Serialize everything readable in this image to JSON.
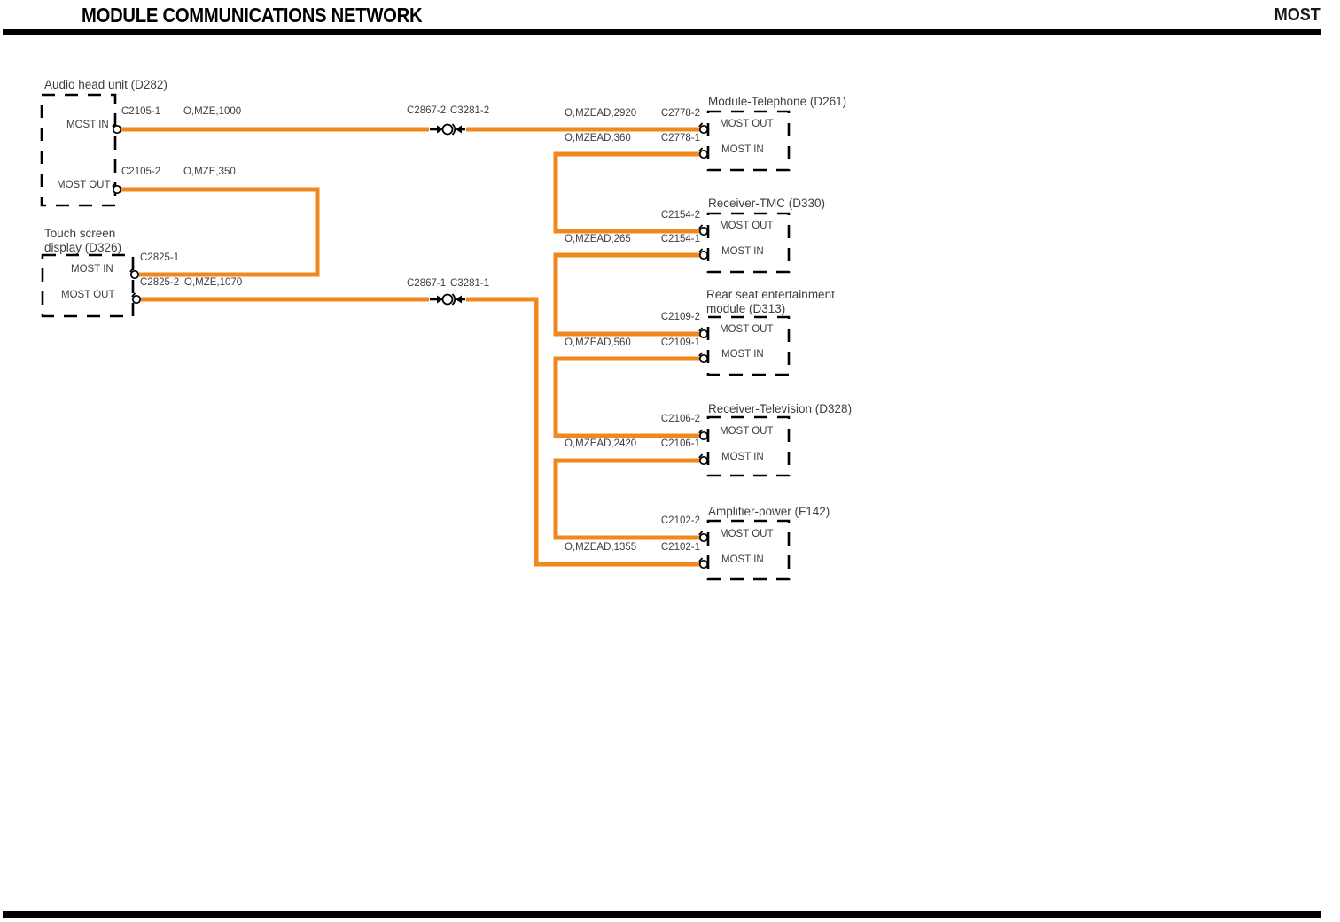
{
  "header": {
    "title": "MODULE COMMUNICATIONS NETWORK",
    "corner_label": "MOST"
  },
  "colors": {
    "wire": "#F0881E",
    "line": "#000000"
  },
  "modules": {
    "audio": {
      "name": "Audio head unit (D282)",
      "in_label": "MOST IN",
      "in_connector": "C2105-1",
      "out_label": "MOST OUT",
      "out_connector": "C2105-2"
    },
    "touch": {
      "name": "Touch screen display (D326)",
      "in_label": "MOST IN",
      "in_connector": "C2825-1",
      "out_label": "MOST OUT",
      "out_connector": "C2825-2"
    },
    "telephone": {
      "name": "Module-Telephone (D261)",
      "out_label": "MOST OUT",
      "out_connector": "C2778-2",
      "in_label": "MOST IN",
      "in_connector": "C2778-1"
    },
    "tmc": {
      "name": "Receiver-TMC (D330)",
      "out_label": "MOST OUT",
      "out_connector": "C2154-2",
      "in_label": "MOST IN",
      "in_connector": "C2154-1"
    },
    "rearseat": {
      "name": "Rear seat entertainment module (D313)",
      "out_label": "MOST OUT",
      "out_connector": "C2109-2",
      "in_label": "MOST IN",
      "in_connector": "C2109-1"
    },
    "television": {
      "name": "Receiver-Television (D328)",
      "out_label": "MOST OUT",
      "out_connector": "C2106-2",
      "in_label": "MOST IN",
      "in_connector": "C2106-1"
    },
    "amplifier": {
      "name": "Amplifier-power (F142)",
      "out_label": "MOST OUT",
      "out_connector": "C2102-2",
      "in_label": "MOST IN",
      "in_connector": "C2102-1"
    }
  },
  "inline_connectors": {
    "top_left": "C2867-2",
    "top_right": "C3281-2",
    "bottom_left": "C2867-1",
    "bottom_right": "C3281-1"
  },
  "wires": {
    "audio_in_left": "O,MZE,1000",
    "audio_in_right": "O,MZEAD,2920",
    "audio_out": "O,MZE,350",
    "touch_out": "O,MZE,1070",
    "amplifier_in": "O,MZEAD,1355",
    "telephone_in": "O,MZEAD,360",
    "tmc_in": "O,MZEAD,265",
    "rearseat_in": "O,MZEAD,560",
    "television_in": "O,MZEAD,2420"
  }
}
